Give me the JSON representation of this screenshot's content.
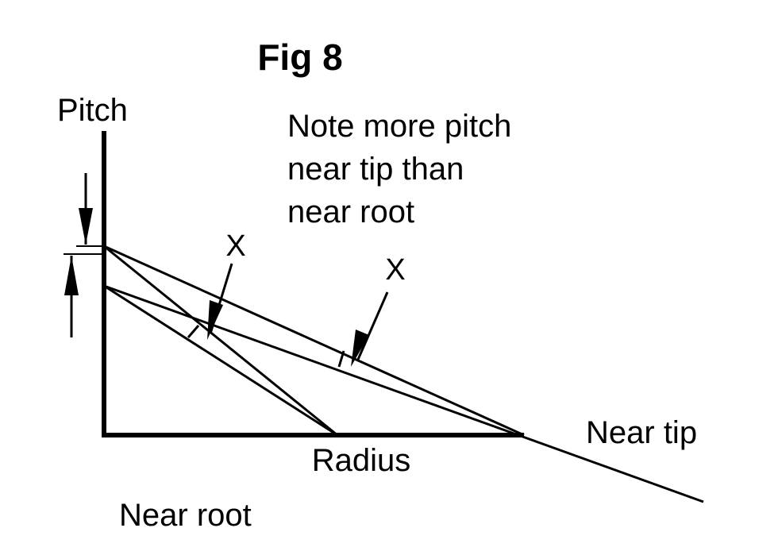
{
  "title": "Fig 8",
  "axis": {
    "y_label": "Pitch",
    "x_label": "Radius"
  },
  "note": {
    "lines": [
      "Note more pitch",
      "near tip than",
      "near root"
    ]
  },
  "markers": [
    "X",
    "X"
  ],
  "labels": {
    "near_tip": "Near tip",
    "near_root": "Near root"
  },
  "colors": {
    "ink": "#000000",
    "background": "#ffffff"
  }
}
